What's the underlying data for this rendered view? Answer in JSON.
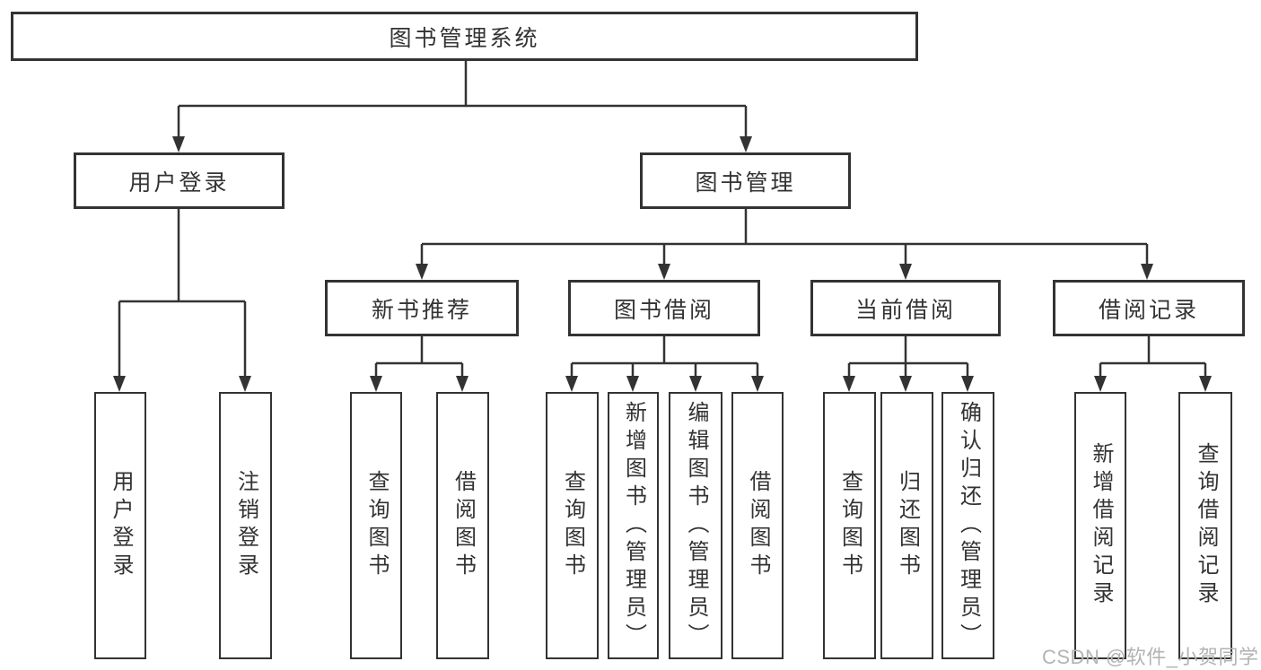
{
  "colors": {
    "line": "#333333",
    "text": "#333333",
    "background": "#ffffff",
    "watermark": "#b3b3b3"
  },
  "diagram": {
    "root": {
      "label": "图书管理系统"
    },
    "level2": [
      {
        "label": "用户登录"
      },
      {
        "label": "图书管理"
      }
    ],
    "level3": [
      {
        "label": "新书推荐",
        "parent": "图书管理"
      },
      {
        "label": "图书借阅",
        "parent": "图书管理"
      },
      {
        "label": "当前借阅",
        "parent": "图书管理"
      },
      {
        "label": "借阅记录",
        "parent": "图书管理"
      }
    ],
    "leaves": [
      {
        "label": "用户登录",
        "parent": "用户登录"
      },
      {
        "label": "注销登录",
        "parent": "用户登录"
      },
      {
        "label": "查询图书",
        "parent": "新书推荐"
      },
      {
        "label": "借阅图书",
        "parent": "新书推荐"
      },
      {
        "label": "查询图书",
        "parent": "图书借阅"
      },
      {
        "label": "新增图书（管理员）",
        "parent": "图书借阅"
      },
      {
        "label": "编辑图书（管理员）",
        "parent": "图书借阅"
      },
      {
        "label": "借阅图书",
        "parent": "图书借阅"
      },
      {
        "label": "查询图书",
        "parent": "当前借阅"
      },
      {
        "label": "归还图书",
        "parent": "当前借阅"
      },
      {
        "label": "确认归还（管理员）",
        "parent": "当前借阅"
      },
      {
        "label": "新增借阅记录",
        "parent": "借阅记录"
      },
      {
        "label": "查询借阅记录",
        "parent": "借阅记录"
      }
    ]
  },
  "watermark": {
    "text": "CSDN @软件_小贺同学"
  }
}
